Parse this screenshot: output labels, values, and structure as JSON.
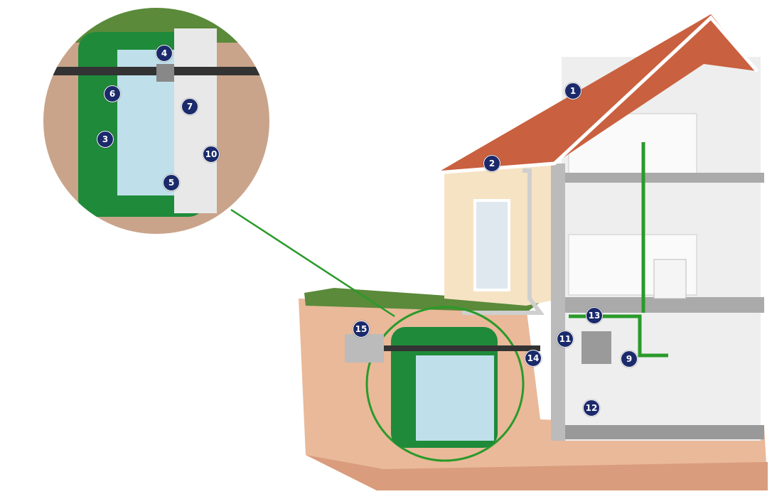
{
  "labels": [
    {
      "id": "1",
      "text": "1"
    },
    {
      "id": "2",
      "text": "2"
    },
    {
      "id": "3",
      "text": "3"
    },
    {
      "id": "4",
      "text": "4"
    },
    {
      "id": "5",
      "text": "5"
    },
    {
      "id": "6",
      "text": "6"
    },
    {
      "id": "7",
      "text": "7"
    },
    {
      "id": "9",
      "text": "9"
    },
    {
      "id": "10",
      "text": "10"
    },
    {
      "id": "11",
      "text": "11"
    },
    {
      "id": "12",
      "text": "12"
    },
    {
      "id": "13",
      "text": "13"
    },
    {
      "id": "14",
      "text": "14"
    },
    {
      "id": "15",
      "text": "15"
    }
  ],
  "colors": {
    "roof": "#c9603f",
    "tank": "#1f8a3a",
    "connector": "#2a9a2a",
    "badge": "#1b2a6b",
    "wall": "#f6e3c4",
    "ground": "#e9b99a"
  }
}
